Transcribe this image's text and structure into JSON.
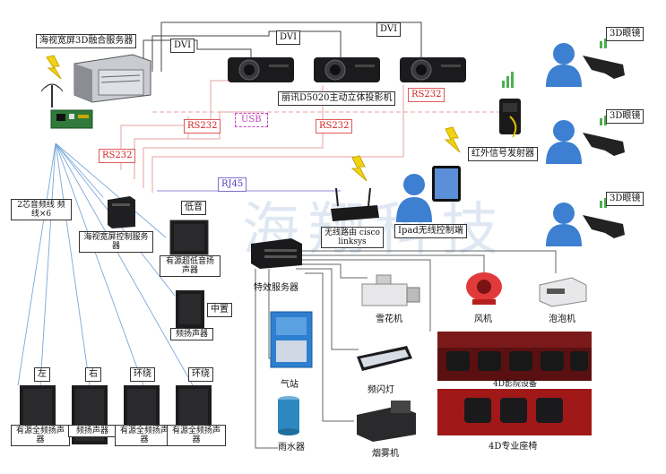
{
  "labels": {
    "server": "海视宽屏3D融合服务器",
    "dvi1": "DVI",
    "dvi2": "DVI",
    "dvi3": "DVI",
    "projector": "丽讯D5020主动立体投影机",
    "rs232_a": "RS232",
    "rs232_b": "RS232",
    "rs232_c": "RS232",
    "rs232_d": "RS232",
    "usb": "USB",
    "rj45": "RJ45",
    "ir_emitter": "红外信号发射器",
    "glasses_1": "3D眼镜",
    "glasses_2": "3D眼镜",
    "glasses_3": "3D眼镜",
    "ipad": "Ipad无线控制端",
    "router": "无线路由 cisco linksys",
    "cable": "2芯音频线 频线×6",
    "control_server": "海视宽屏控制服务器",
    "bass": "低音",
    "bass_speaker": "有源超低音扬声器",
    "effects_server": "特效服务器",
    "mid": "中置",
    "mid_speaker": "频扬声器",
    "left": "左",
    "right": "右",
    "surround_1": "环绕",
    "surround_2": "环绕",
    "spk_left": "有源全频扬声器",
    "spk_right": "频扬声器",
    "spk_s1": "有源全频扬声器",
    "spk_s2": "有源全频扬声器",
    "air": "气站",
    "rain": "雨水器",
    "snow": "雪花机",
    "flash": "频闪灯",
    "smoke": "烟雾机",
    "fan": "风机",
    "bubble": "泡泡机",
    "seat_equipment": "4D影院设备",
    "seats": "4D专业座椅",
    "watermark": "海翔科技"
  },
  "colors": {
    "red_line": "#e8a0a0",
    "blue_line": "#7aa8d8",
    "dark_line": "#555555",
    "person": "#3d7fd0"
  }
}
